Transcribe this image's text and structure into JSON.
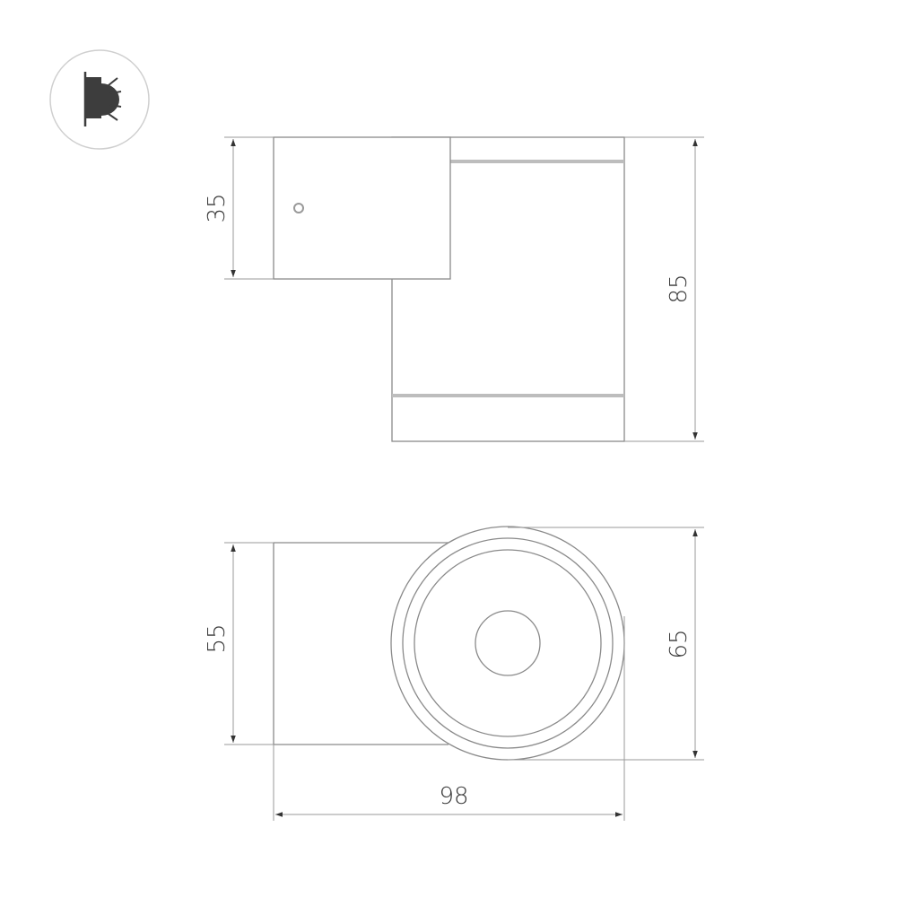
{
  "icon": {
    "name": "wall-mount-light-icon",
    "description": "Wall-mounted luminaire symbol in circle"
  },
  "side_view": {
    "dimensions": {
      "mount_height": "35",
      "total_height": "85"
    }
  },
  "top_view": {
    "dimensions": {
      "mount_width": "55",
      "diameter": "65",
      "total_length": "98"
    }
  },
  "colors": {
    "line": "#8a8a8a",
    "arrow": "#333333",
    "text": "#3a3a3a",
    "icon_circle": "#c8c8c8",
    "icon_fill": "#3d3d3d"
  }
}
